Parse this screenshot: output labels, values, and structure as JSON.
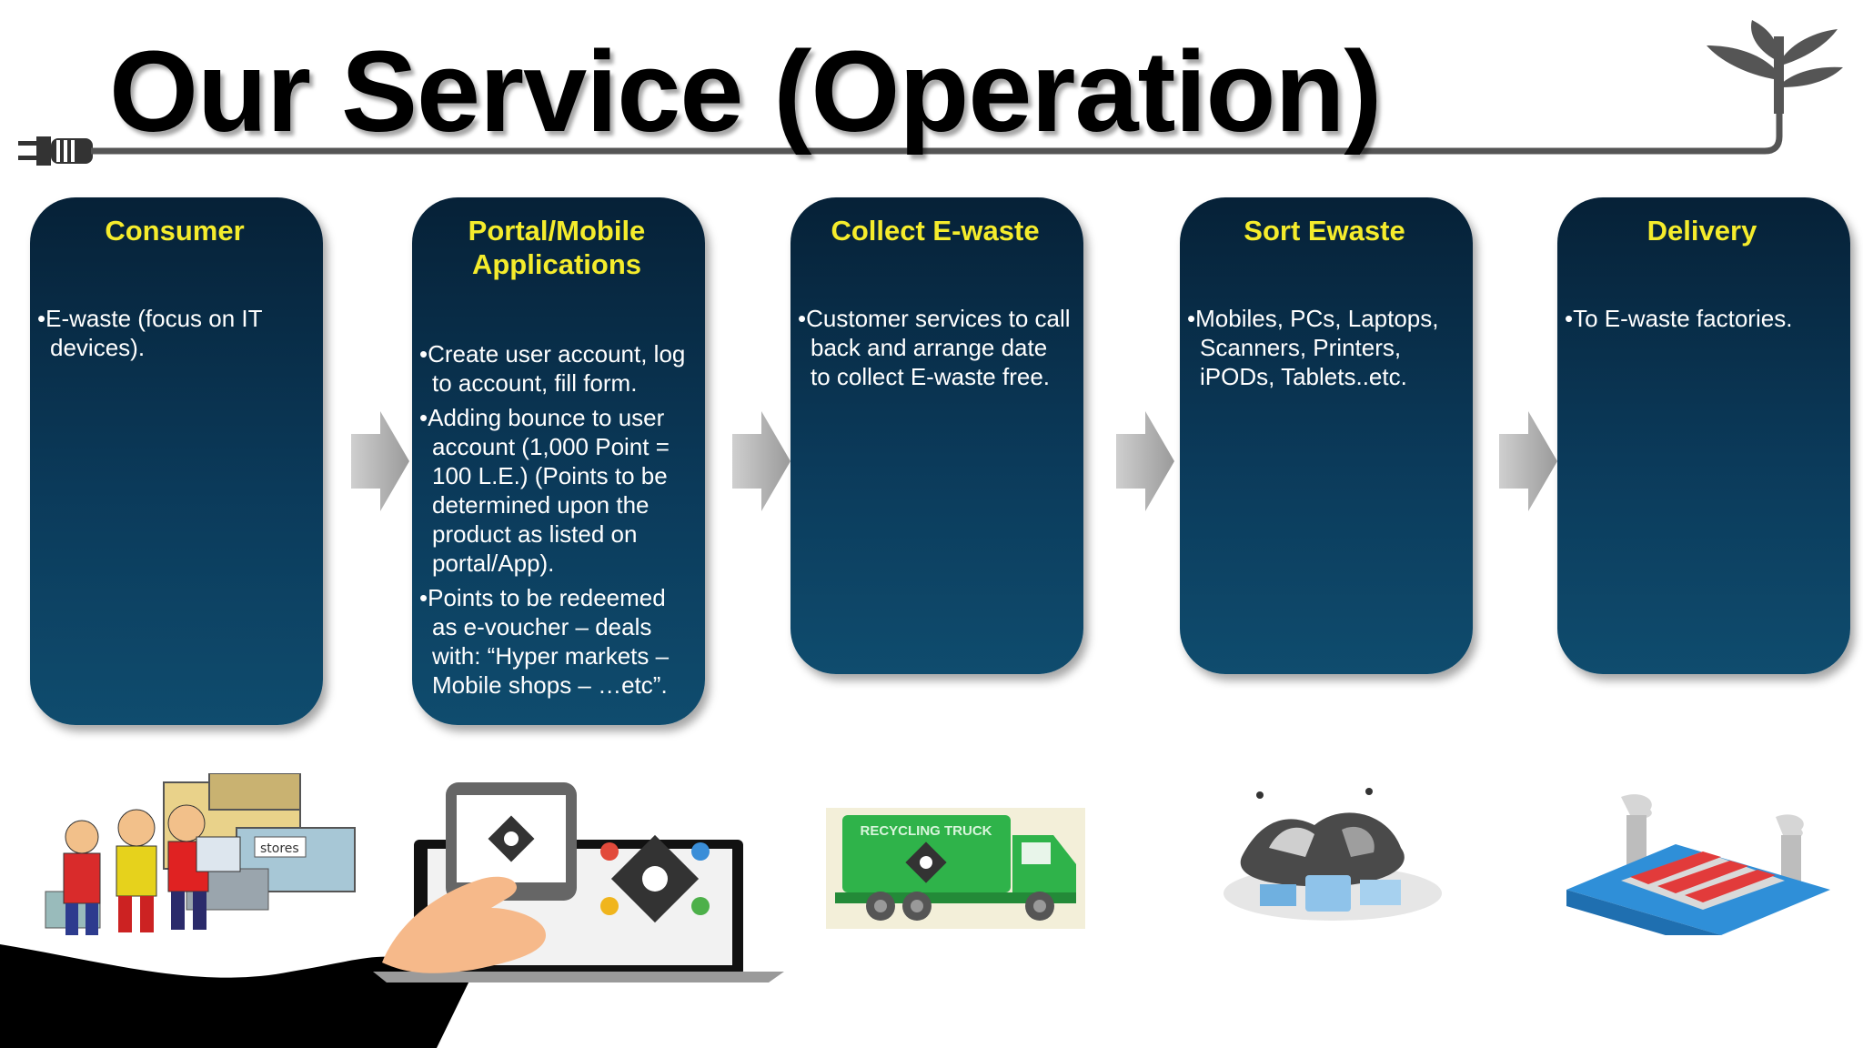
{
  "title": "Our Service (Operation)",
  "steps": [
    {
      "title": "Consumer",
      "bullets": [
        "E-waste (focus on IT devices)."
      ]
    },
    {
      "title": "Portal/Mobile Applications",
      "bullets": [
        "Create user account, log to account, fill form.",
        "Adding bounce to user account (1,000 Point = 100 L.E.) (Points to be determined upon the product as listed on portal/App).",
        "Points to be redeemed as e-voucher – deals with: “Hyper markets – Mobile shops – …etc”."
      ]
    },
    {
      "title": "Collect E-waste",
      "bullets": [
        "Customer services to call back and arrange date to collect E-waste free."
      ]
    },
    {
      "title": "Sort Ewaste",
      "bullets": [
        "Mobiles, PCs, Laptops, Scanners, Printers, iPODs, Tablets..etc."
      ]
    },
    {
      "title": "Delivery",
      "bullets": [
        "To E-waste factories."
      ]
    }
  ],
  "illustrations": {
    "consumer": {
      "sign_text": "stores"
    },
    "truck": {
      "label": "RECYCLING TRUCK"
    }
  },
  "colors": {
    "box_top": "#062137",
    "box_bottom": "#0f4c6e",
    "box_title": "#f5ec2c",
    "arrow": "#b0b0b0",
    "truck": "#2fb34a"
  },
  "icons": [
    "plug-icon",
    "plant-icon",
    "arrow-right-icon"
  ]
}
